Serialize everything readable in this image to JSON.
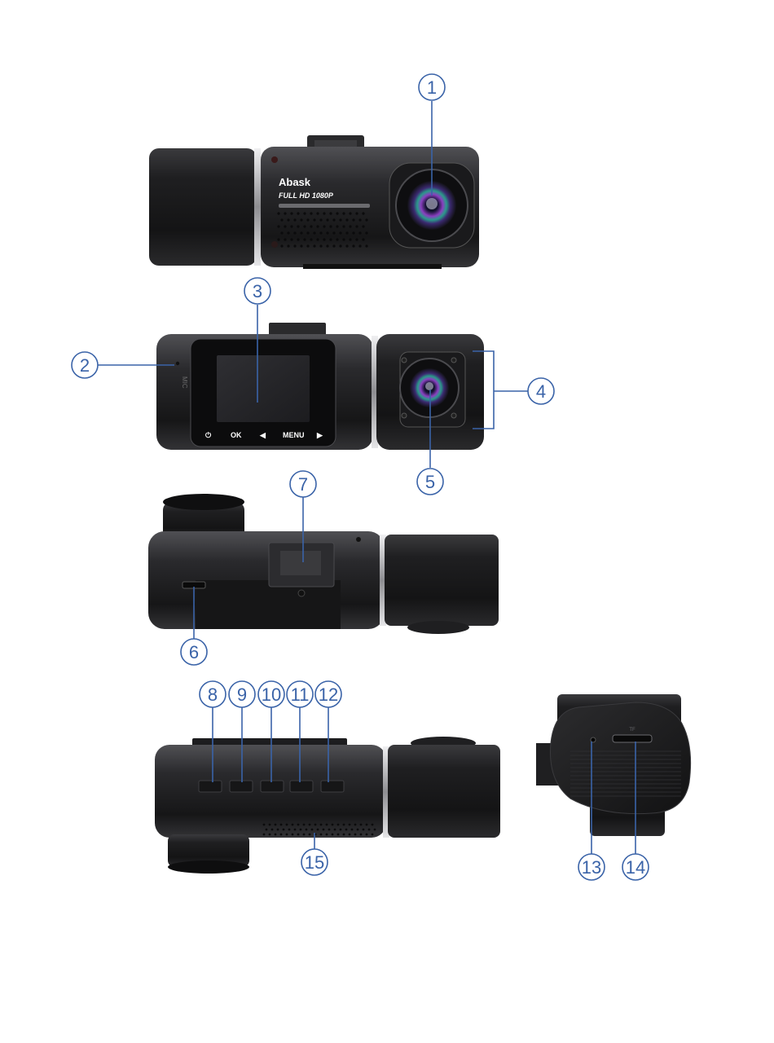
{
  "product": {
    "brand": "Abask",
    "model_text": "FULL HD 1080P"
  },
  "back_panel": {
    "mic_label": "MIC",
    "buttons": [
      {
        "name": "power",
        "label": "⏻"
      },
      {
        "name": "ok",
        "label": "OK"
      },
      {
        "name": "left",
        "label": "◀"
      },
      {
        "name": "menu",
        "label": "MENU"
      },
      {
        "name": "right",
        "label": "▶"
      }
    ]
  },
  "slot_label": "TF",
  "callouts": [
    "1",
    "2",
    "3",
    "4",
    "5",
    "6",
    "7",
    "8",
    "9",
    "10",
    "11",
    "12",
    "13",
    "14",
    "15"
  ],
  "colors": {
    "callout": "#3a63a8",
    "body_dark": "#1b1b1d",
    "body_mid": "#2c2c2f",
    "chrome": "#c9c9cc"
  }
}
